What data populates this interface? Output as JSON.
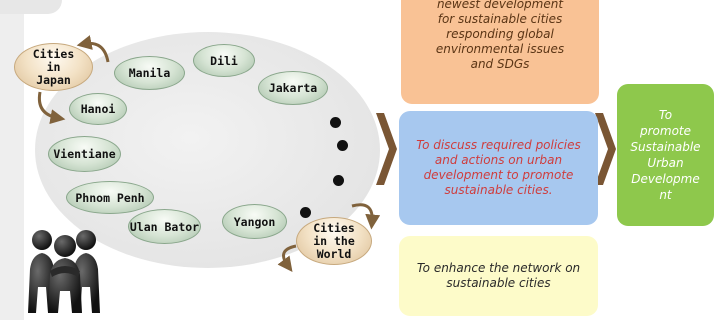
{
  "hub_cities": {
    "japan": [
      "Cities",
      "in",
      "Japan"
    ],
    "world": [
      "Cities",
      "in the",
      "World"
    ]
  },
  "network_cities": [
    "Manila",
    "Dili",
    "Jakarta",
    "Hanoi",
    "Vientiane",
    "Phnom Penh",
    "Ulan Bator",
    "Yangon"
  ],
  "boxes": {
    "orange": [
      "newest development",
      "for sustainable cities",
      "responding global",
      "environmental issues",
      "and SDGs"
    ],
    "blue": "To discuss required policies and actions on urban development to promote sustainable cities.",
    "yellow": "To enhance the network on sustainable cities",
    "green": [
      "To",
      "promote",
      "Sustainable",
      "Urban",
      "Developme",
      "nt"
    ]
  },
  "colors": {
    "orange_box": "#f9c295",
    "blue_box": "#a7c8ef",
    "green_box": "#8ec84c",
    "yellow_box": "#fdfbc9",
    "chevron": "#7a5634",
    "cycle_arrow": "#80623c",
    "city_pill_border": "#8aa78c",
    "hub_pill_border": "#c7a97e"
  },
  "icons": [
    "cycle-arrow-icon",
    "chevron-right-icon",
    "people-group-icon"
  ]
}
